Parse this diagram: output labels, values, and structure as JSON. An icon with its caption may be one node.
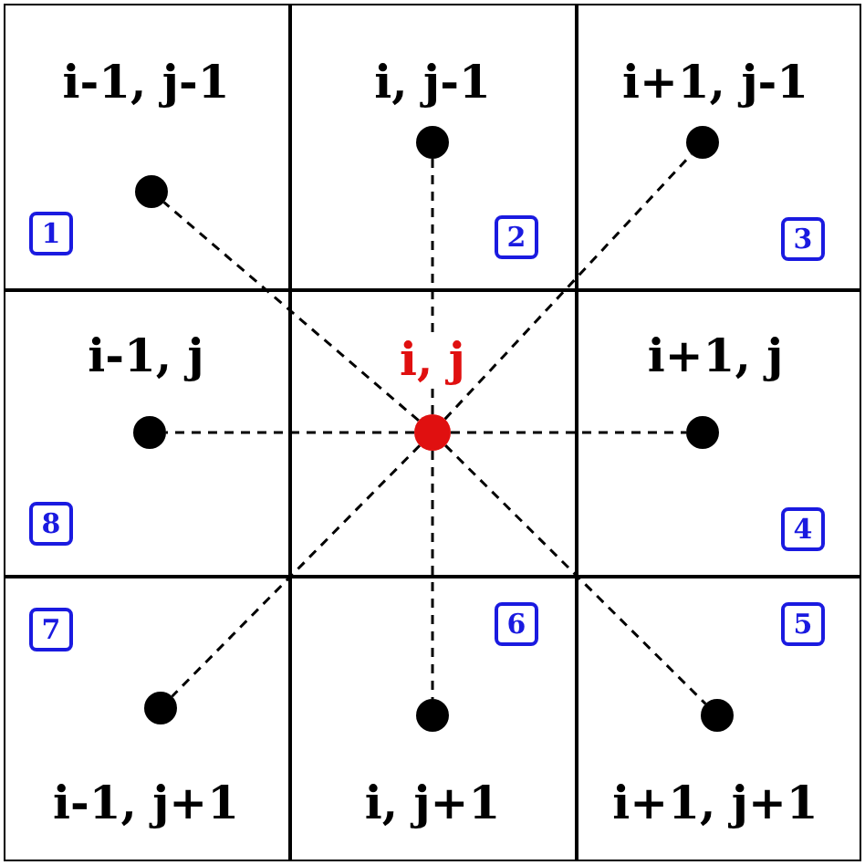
{
  "diagram": {
    "nodes": [
      {
        "text": [
          "i-1, j-1"
        ]
      },
      {
        "text": [
          "1"
        ],
        "in": 0
      },
      {
        "text": [],
        "shape": "circle",
        "in": 0
      },
      {
        "text": [
          "i, j-1"
        ]
      },
      {
        "text": [
          "2"
        ],
        "in": 3
      },
      {
        "text": [],
        "shape": "circle",
        "in": 3
      },
      {
        "text": [
          "i+1, j-1"
        ]
      },
      {
        "text": [
          "3"
        ],
        "in": 6
      },
      {
        "text": [],
        "shape": "circle",
        "in": 6
      },
      {
        "text": [
          "i-1, j"
        ]
      },
      {
        "text": [
          "8"
        ],
        "in": 9
      },
      {
        "text": [],
        "shape": "circle",
        "in": 9
      },
      {
        "text": [
          "i, j"
        ]
      },
      {
        "text": [],
        "shape": "circle",
        "in": 12
      },
      {
        "text": [
          "i+1, j"
        ]
      },
      {
        "text": [
          "4"
        ],
        "in": 14
      },
      {
        "text": [],
        "shape": "circle",
        "in": 14
      },
      {
        "text": [
          "i-1, j+1"
        ]
      },
      {
        "text": [
          "7"
        ],
        "in": 17
      },
      {
        "text": [],
        "shape": "circle",
        "in": 17
      },
      {
        "text": [
          "i, j+1"
        ]
      },
      {
        "text": [
          "6"
        ],
        "in": 20
      },
      {
        "text": [],
        "shape": "circle",
        "in": 20
      },
      {
        "text": [
          "i+1, j+1"
        ]
      },
      {
        "text": [
          "5"
        ],
        "in": 23
      },
      {
        "text": [],
        "shape": "circle",
        "in": 23
      }
    ],
    "edges": [
      {
        "from": 13,
        "to": 2,
        "arrow": "none",
        "style": "dashed"
      },
      {
        "from": 13,
        "to": 5,
        "arrow": "none",
        "style": "dashed"
      },
      {
        "from": 13,
        "to": 8,
        "arrow": "none",
        "style": "dashed"
      },
      {
        "from": 13,
        "to": 11,
        "arrow": "none",
        "style": "dashed"
      },
      {
        "from": 13,
        "to": 16,
        "arrow": "none",
        "style": "dashed"
      },
      {
        "from": 13,
        "to": 19,
        "arrow": "none",
        "style": "dashed"
      },
      {
        "from": 13,
        "to": 22,
        "arrow": "none",
        "style": "dashed"
      },
      {
        "from": 13,
        "to": 25,
        "arrow": "none",
        "style": "dashed"
      }
    ]
  }
}
